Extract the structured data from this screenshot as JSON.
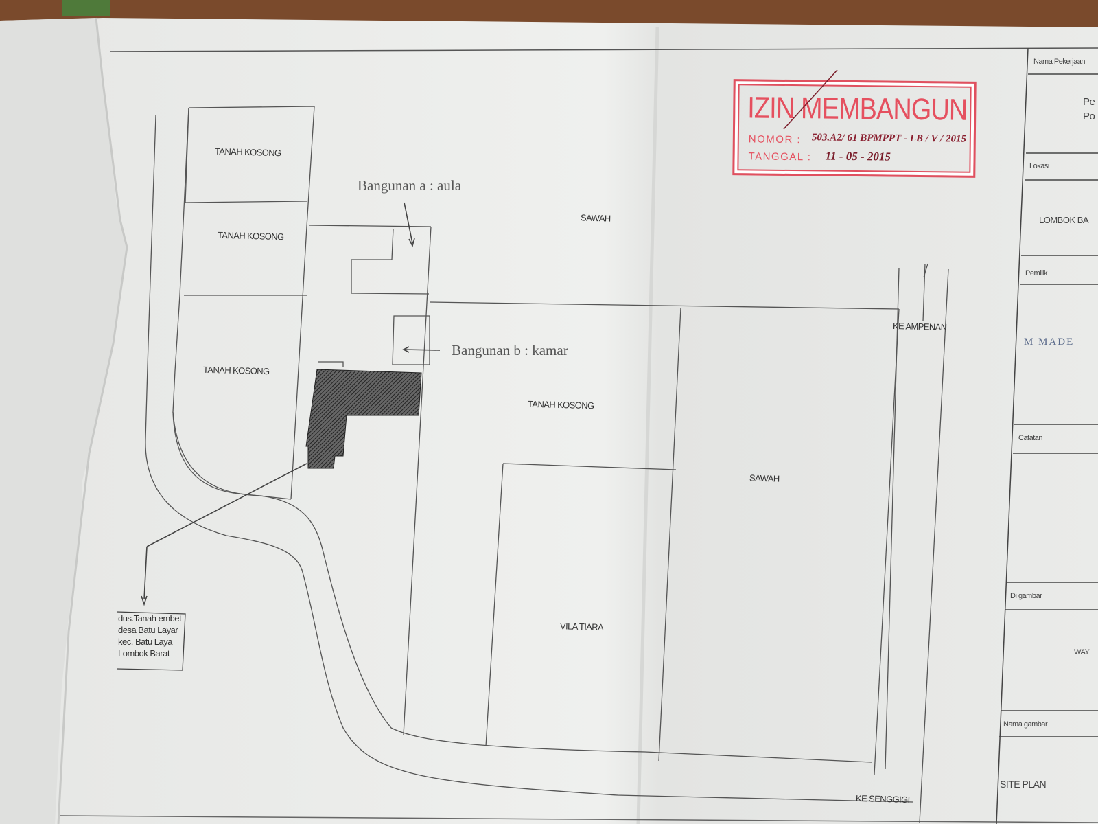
{
  "stamp": {
    "title": "IZIN MEMBANGUN",
    "nomor_label": "NOMOR :",
    "nomor_value": "503.A2/ 61  BPMPPT - LB / V  / 2015",
    "tanggal_label": "TANGGAL :",
    "tanggal_value": "11 - 05 - 2015"
  },
  "plan": {
    "labels": {
      "tanah_kosong_1": "TANAH KOSONG",
      "tanah_kosong_2": "TANAH KOSONG",
      "tanah_kosong_3": "TANAH KOSONG",
      "tanah_kosong_4": "TANAH KOSONG",
      "sawah_1": "SAWAH",
      "sawah_2": "SAWAH",
      "vila_tiara": "VILA TIARA",
      "ke_ampenan": "KE AMPENAN",
      "ke_senggigi": "KE SENGGIGI"
    },
    "annotations": {
      "bangunan_a": "Bangunan a  : aula",
      "bangunan_b": "Bangunan b  : kamar"
    },
    "location_note": [
      "dus.Tanah embet",
      "desa Batu Layar",
      "kec. Batu Laya",
      "Lombok Barat"
    ]
  },
  "title_block": {
    "nama_pekerjaan_label": "Nama Pekerjaan",
    "nama_pekerjaan_value": "Pe\nPo",
    "lokasi_label": "Lokasi",
    "lokasi_value": "LOMBOK BA",
    "pemilik_label": "Pemilik",
    "pemilik_value": "M MADE",
    "catatan_label": "Catatan",
    "digambar_label": "Di gambar",
    "digambar_value": "WAY",
    "nama_gambar_label": "Nama gambar",
    "nama_gambar_value": "SITE PLAN"
  },
  "colors": {
    "stamp_red": "#e5505f",
    "paper": "#f0f0ee",
    "ink": "#333333",
    "table_surface": "#7a4a2c"
  }
}
